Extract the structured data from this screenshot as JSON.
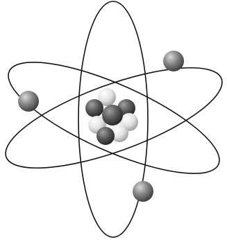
{
  "diagram": {
    "subject": "atom-model",
    "orbit_count": 3,
    "electron_count": 3,
    "nucleus": {
      "proton_count": 4,
      "neutron_count": 4
    },
    "colors": {
      "orbit_line": "#111111",
      "electron": "#7a7a7a",
      "proton": "#5a5a5a",
      "neutron": "#e6e6e6",
      "background": "#ffffff"
    }
  }
}
